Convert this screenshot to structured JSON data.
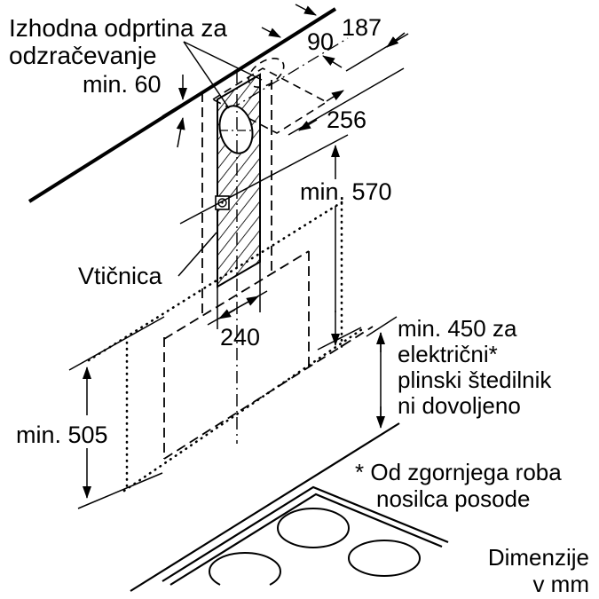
{
  "drawing": {
    "title": {
      "line1": "Izhodna odprtina za",
      "line2": "odzračevanje"
    },
    "socket_label": "Vtičnica",
    "dims": {
      "min60": "min. 60",
      "d90": "90",
      "d187": "187",
      "d256": "256",
      "min570": "min. 570",
      "d240": "240",
      "min505": "min. 505"
    },
    "note450": {
      "line1": "min. 450 za",
      "line2": "električni*",
      "line3": "plinski štedilnik",
      "line4": "ni dovoljeno"
    },
    "footnote": {
      "line1": "* Od zgornjega roba",
      "line2": "nosilca posode"
    },
    "units": {
      "line1": "Dimenzije",
      "line2": "v mm"
    },
    "colors": {
      "line": "#000000",
      "background": "#ffffff"
    }
  }
}
